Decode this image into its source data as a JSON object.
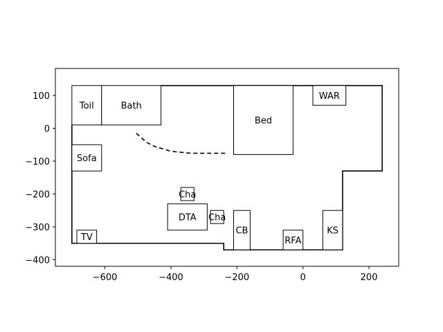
{
  "chart_data": {
    "type": "floorplan",
    "xlim": [
      -750,
      290
    ],
    "ylim": [
      -420,
      182
    ],
    "x_ticks": [
      -600,
      -400,
      -200,
      0,
      200
    ],
    "y_ticks": [
      100,
      0,
      -100,
      -200,
      -300,
      -400
    ],
    "x_tick_labels": [
      "−600",
      "−400",
      "−200",
      "0",
      "200"
    ],
    "y_tick_labels": [
      "100",
      "0",
      "−100",
      "−200",
      "−300",
      "−400"
    ],
    "walls": [
      [
        [
          -700,
          10
        ],
        [
          -700,
          -350
        ],
        [
          -240,
          -350
        ],
        [
          -240,
          -370
        ],
        [
          120,
          -370
        ],
        [
          120,
          -130
        ],
        [
          240,
          -130
        ],
        [
          240,
          130
        ],
        [
          -430,
          130
        ]
      ]
    ],
    "path": [
      [
        -505,
        -15
      ],
      [
        -475,
        -42
      ],
      [
        -450,
        -55
      ],
      [
        -400,
        -70
      ],
      [
        -340,
        -76
      ],
      [
        -230,
        -76
      ]
    ],
    "objects": [
      {
        "label": "Toil",
        "x0": -700,
        "y0": 10,
        "x1": -610,
        "y1": 130
      },
      {
        "label": "Bath",
        "x0": -610,
        "y0": 10,
        "x1": -430,
        "y1": 130
      },
      {
        "label": "Bed",
        "x0": -210,
        "y0": -80,
        "x1": -30,
        "y1": 130
      },
      {
        "label": "WAR",
        "x0": 30,
        "y0": 70,
        "x1": 130,
        "y1": 130
      },
      {
        "label": "Sofa",
        "x0": -700,
        "y0": -130,
        "x1": -610,
        "y1": -50
      },
      {
        "label": "Cha",
        "x0": -370,
        "y0": -220,
        "x1": -330,
        "y1": -180
      },
      {
        "label": "DTA",
        "x0": -410,
        "y0": -310,
        "x1": -290,
        "y1": -230
      },
      {
        "label": "Cha",
        "x0": -280,
        "y0": -290,
        "x1": -240,
        "y1": -250
      },
      {
        "label": "CB",
        "x0": -210,
        "y0": -370,
        "x1": -160,
        "y1": -250
      },
      {
        "label": "RFA",
        "x0": -60,
        "y0": -370,
        "x1": 0,
        "y1": -310
      },
      {
        "label": "KS",
        "x0": 60,
        "y0": -370,
        "x1": 120,
        "y1": -250
      },
      {
        "label": "TV",
        "x0": -685,
        "y0": -350,
        "x1": -625,
        "y1": -310
      }
    ]
  }
}
